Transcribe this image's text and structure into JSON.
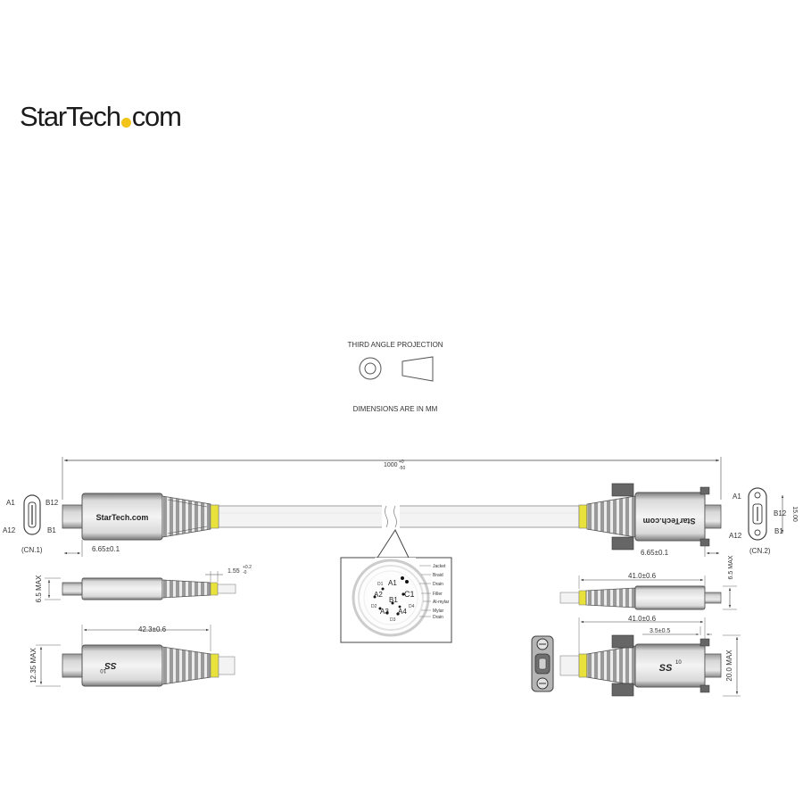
{
  "logo": {
    "text_before": "StarTech",
    "text_after": "com",
    "dot_color": "#f2c318"
  },
  "projection": {
    "title": "THIRD ANGLE PROJECTION",
    "units_note": "DIMENSIONS ARE IN MM"
  },
  "overall_length": {
    "value": "1000",
    "tol_upper": "+0",
    "tol_lower": "-50"
  },
  "cn1": {
    "label": "(CN.1)",
    "pin_a1": "A1",
    "pin_b12": "B12",
    "pin_a12": "A12",
    "pin_b1": "B1",
    "plug_length": "6.65±0.1",
    "brand": "StarTech.com"
  },
  "cn2": {
    "label": "(CN.2)",
    "pin_a1": "A1",
    "pin_b12": "B12",
    "pin_a12": "A12",
    "pin_b1": "B1",
    "plug_length": "6.65±0.1",
    "brand": "StarTech.com",
    "screw_pitch": "15.00"
  },
  "left_side": {
    "max_thickness": "6.5 MAX",
    "tip_dim": "1.55",
    "tip_tol_upper": "+0.2",
    "tip_tol_lower": "-0"
  },
  "left_top": {
    "length": "42.3±0.6",
    "max_height": "12.35 MAX",
    "badge": "SS",
    "badge_num": "10"
  },
  "right_side": {
    "length": "41.0±0.6",
    "max_thickness": "6.5 MAX"
  },
  "right_top": {
    "length": "41.0±0.6",
    "screw_offset": "3.5±0.5",
    "max_height": "20.0 MAX",
    "badge": "SS",
    "badge_num": "10"
  },
  "cross_section": {
    "pins": {
      "a1": "A1",
      "a2": "A2",
      "a3": "A3",
      "a4": "A4",
      "b1": "B1",
      "c1": "C1",
      "d1": "D1",
      "d2": "D2",
      "d3": "D3",
      "d4": "D4"
    },
    "legend": [
      "Jacket",
      "Braid",
      "Drain",
      "Filler",
      "Al-mylar",
      "Mylar",
      "Drain"
    ]
  },
  "colors": {
    "line": "#555555",
    "strain_relief": "#a8a8a8",
    "ring": "#e9e23c",
    "cable": "#f1f1f1"
  }
}
